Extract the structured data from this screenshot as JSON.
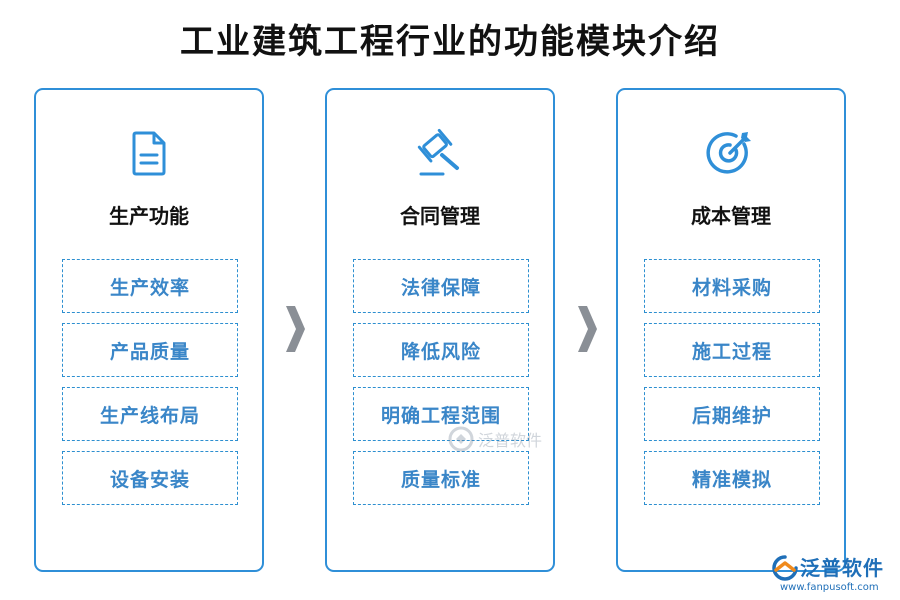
{
  "title": "工业建筑工程行业的功能模块介绍",
  "modules": [
    {
      "title": "生产功能",
      "icon": "document-icon",
      "items": [
        "生产效率",
        "产品质量",
        "生产线布局",
        "设备安装"
      ]
    },
    {
      "title": "合同管理",
      "icon": "gavel-icon",
      "items": [
        "法律保障",
        "降低风险",
        "明确工程范围",
        "质量标准"
      ]
    },
    {
      "title": "成本管理",
      "icon": "target-icon",
      "items": [
        "材料采购",
        "施工过程",
        "后期维护",
        "精准模拟"
      ]
    }
  ],
  "watermark": {
    "text": "泛普软件"
  },
  "brand": {
    "name": "泛普软件",
    "url": "www.fanpusoft.com"
  },
  "colors": {
    "accent": "#2f8fd8",
    "item_text": "#3a86c8",
    "arrow": "#8a8f96"
  }
}
